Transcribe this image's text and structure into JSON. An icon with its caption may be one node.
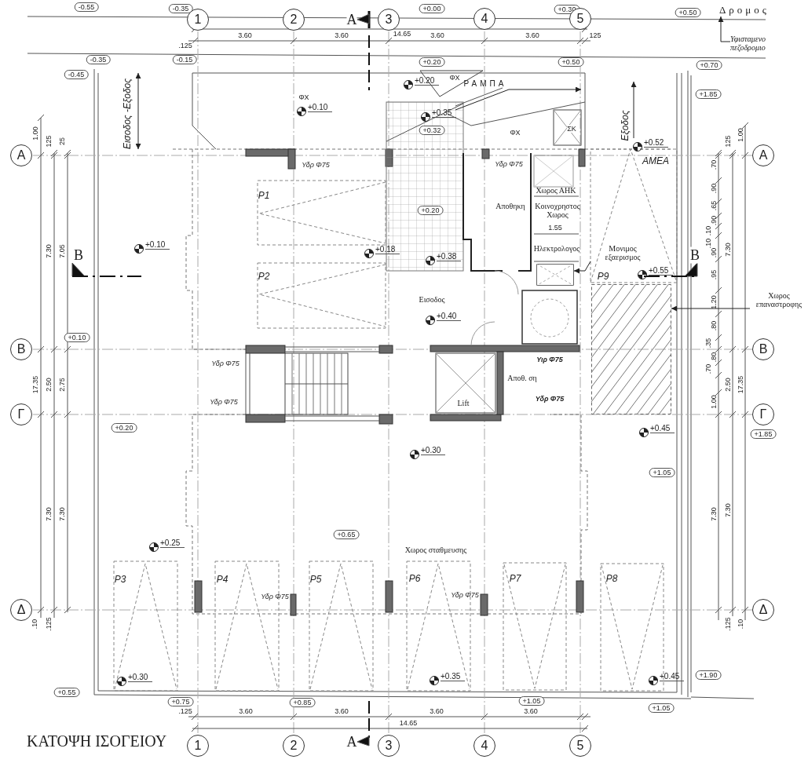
{
  "diagram": {
    "title": "ΚΑΤΟΨΗ ΙΣΟΓΕΙΟΥ",
    "nodes": [
      {
        "text": [
          "Δρομος"
        ]
      },
      {
        "text": [
          "Υφισταμενο πεζοδρομιο"
        ]
      },
      {
        "text": [
          "Μονιμος εξαερισμος"
        ]
      },
      {
        "text": [],
        "shape": "box"
      },
      {
        "text": [
          "Χωρος επαναστροφης"
        ]
      },
      {
        "text": [],
        "shape": "box"
      }
    ],
    "edges": [
      {
        "from": 1,
        "to": 0,
        "arrow": "to"
      },
      {
        "from": 2,
        "to": 3,
        "arrow": "to"
      },
      {
        "from": 4,
        "to": 5,
        "arrow": "to"
      }
    ],
    "labels": [
      "-0.55",
      "-0.35",
      "1",
      "2",
      "A",
      "3",
      "+0.00",
      "4",
      "+0.30",
      "5",
      "+0.50",
      "14.65",
      ".125",
      "3.60",
      "3.60",
      "3.60",
      "3.60",
      "125",
      "-0.35",
      "-0.15",
      "+0.20",
      "+0.50",
      "+0.70",
      "-0.45",
      "Εισοδος -Εξοδος",
      "+0.20",
      "ΦΧ",
      "ΡΑΜΠΑ",
      "+1.85",
      "ΦΧ",
      "+0.10",
      "+0.35",
      "+0.32",
      "ΦΧ",
      "ΣΚ",
      "Εξοδος",
      "+0.52",
      "1.00",
      "125",
      "25",
      "125",
      "1.00",
      "A",
      "A",
      "Υδρ Φ75",
      "Υδρ Φ75",
      "ΑΜΕΑ",
      ".70",
      ".90",
      "P1",
      "Χωρος ΑΗΚ",
      "Αποθηκη",
      "Κοινοχρηστος Χωρος",
      ".65",
      "+0.20",
      ".90",
      "1.55",
      ".10",
      ".10",
      "Ηλεκτρολογος",
      ".90",
      "7.30",
      "7.05",
      "B",
      "+0.10",
      "+0.18",
      "7.30",
      "+0.38",
      "B",
      "P2",
      "+0.55",
      "P9",
      ".95",
      "Εισοδος",
      "1.20",
      "+0.40",
      ".80",
      "+0.10",
      ".35",
      "B",
      "B",
      ".80",
      "Υδρ Φ75",
      "Υιρ Φ75",
      ".70",
      "Αποθ. ση",
      "17.35",
      "2.50",
      "2.75",
      "2.50",
      "17.35",
      "Υδρ Φ75",
      "Υδρ Φ75",
      "Lift",
      "1.00",
      "Γ",
      "Γ",
      "+1.85",
      "+0.20",
      "+0.45",
      "+0.30",
      "+1.05",
      "7.30",
      "7.30",
      "7.30",
      "7.30",
      "+0.65",
      "+0.25",
      "Χωρος σταθμευσης",
      "P3",
      "P4",
      "P5",
      "P6",
      "P7",
      "P8",
      "Υδρ Φ75",
      "Υδρ Φ75",
      "Δ",
      "Δ",
      ".10",
      ".125",
      ".125",
      ".10",
      "+0.30",
      "+0.35",
      "+0.45",
      "+1.90",
      "+0.55",
      "+0.75",
      "+0.85",
      "+1.05",
      "+1.05",
      ".125",
      "3.60",
      "3.60",
      "3.60",
      "3.60",
      "14.65",
      "1",
      "2",
      "A",
      "3",
      "4",
      "5"
    ]
  }
}
